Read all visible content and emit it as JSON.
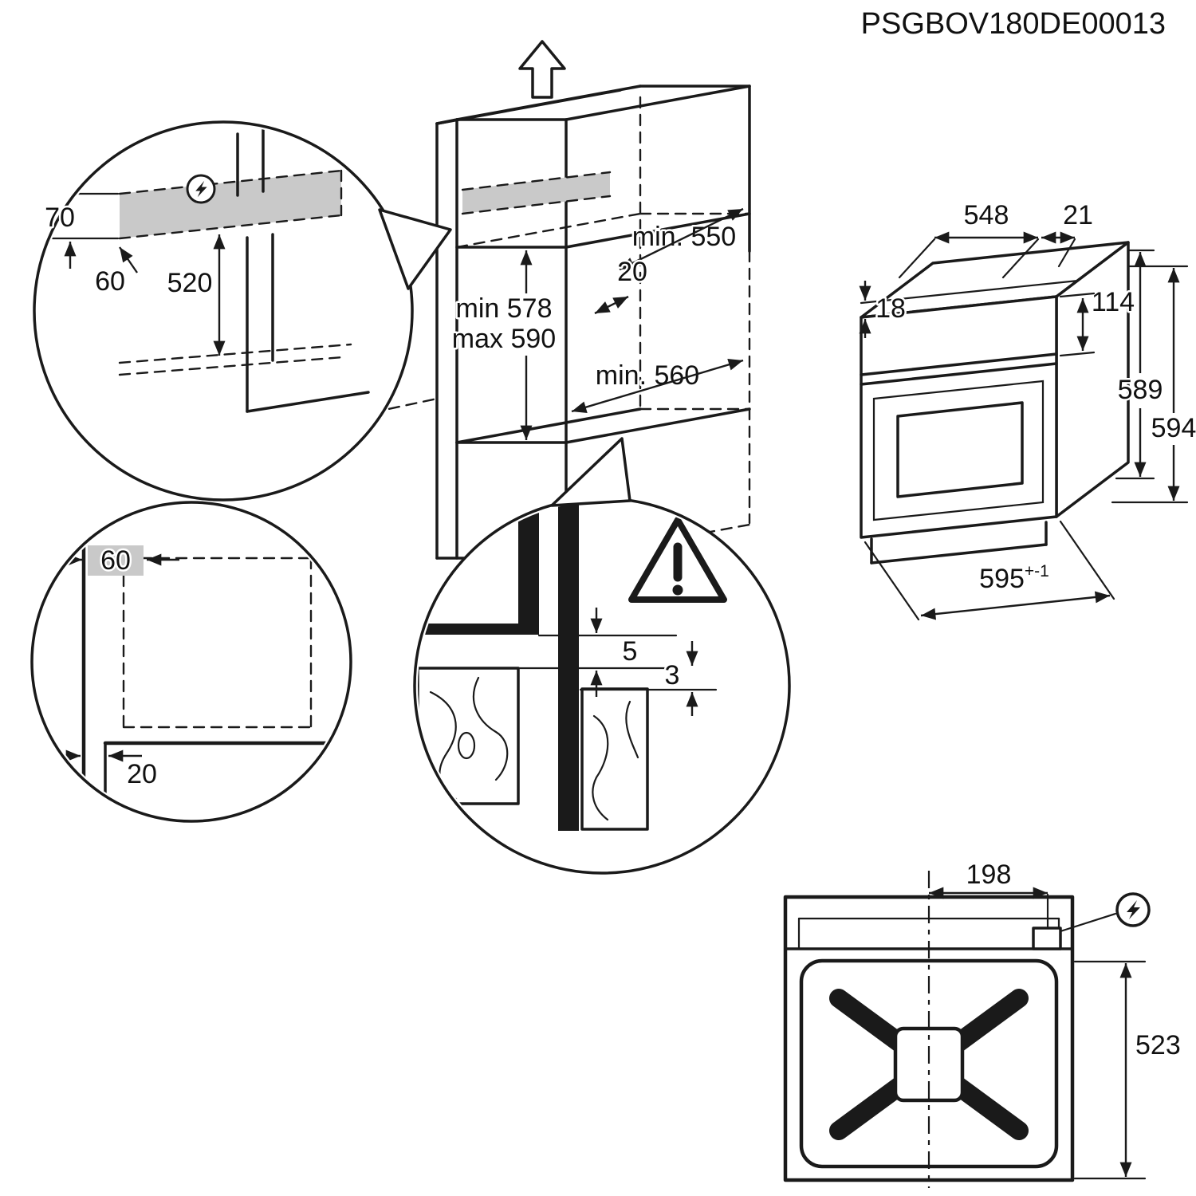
{
  "title_code": "PSGBOV180DE00013",
  "detail_top_left": {
    "gap_height": "70",
    "edge_offset": "60",
    "height_to_shelf": "520"
  },
  "niche": {
    "depth_top": "min. 550",
    "setback": "20",
    "height_min": "min 578",
    "height_max": "max 590",
    "depth_bottom": "min. 560"
  },
  "oven": {
    "depth_body": "548",
    "front_overhang": "21",
    "top_recess": "18",
    "panel_height": "114",
    "height_body": "589",
    "height_total": "594",
    "width": "595",
    "width_tolerance": "+-1"
  },
  "detail_plan": {
    "cable_area_width": "60",
    "panel_thickness": "20"
  },
  "detail_gap": {
    "gap_top": "5",
    "gap_bottom": "3"
  },
  "rear": {
    "terminal_offset": "198",
    "rear_height": "523"
  },
  "icons": {
    "electric": "high-voltage-bolt",
    "warning": "exclamation-triangle"
  },
  "colors": {
    "line": "#1a1a1a",
    "shade": "#c9c9c9",
    "background": "#ffffff"
  }
}
